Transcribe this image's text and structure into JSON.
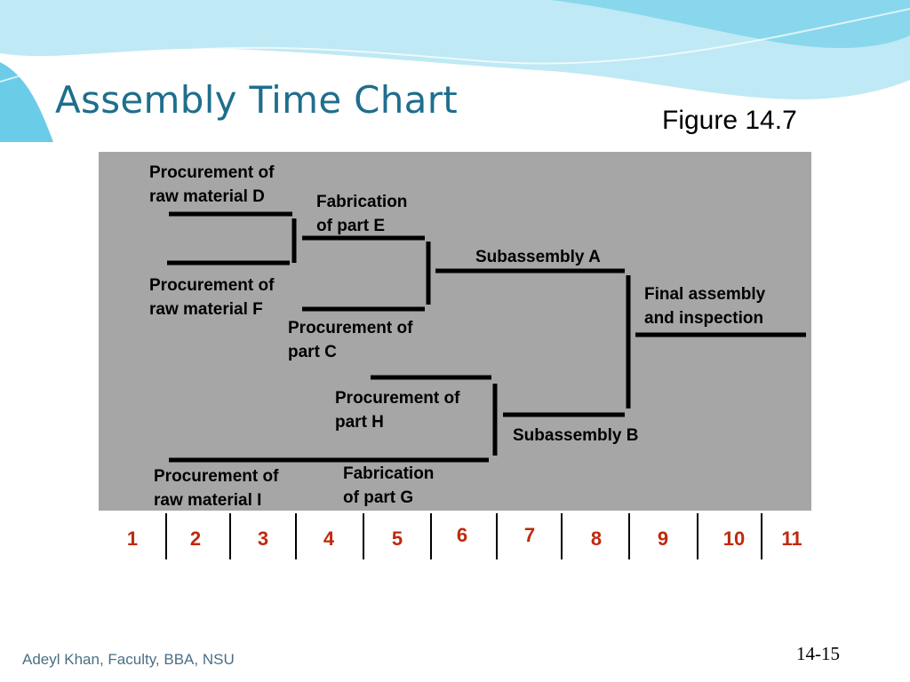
{
  "slide": {
    "title": "Assembly Time Chart",
    "figure_label": "Figure 14.7",
    "footer": "Adeyl Khan, Faculty, BBA, NSU",
    "page_number": "14-15"
  },
  "colors": {
    "title": "#1f6e8c",
    "panel": "#a6a6a6",
    "time_labels": "#c0290e",
    "wave_light": "#bfe9f4",
    "wave_mid": "#7fd3ea",
    "wave_dark": "#46bfe1"
  },
  "activities": [
    {
      "id": "proc-d",
      "lines": [
        "Procurement of",
        "raw  material D"
      ],
      "start": 1,
      "end": 3
    },
    {
      "id": "proc-f",
      "lines": [
        "Procurement of",
        "raw  material F"
      ],
      "start": 1,
      "end": 3
    },
    {
      "id": "fab-e",
      "lines": [
        "Fabrication",
        "of part E"
      ],
      "start": 3,
      "end": 5
    },
    {
      "id": "proc-c",
      "lines": [
        "Procurement of",
        "part C"
      ],
      "start": 3,
      "end": 5
    },
    {
      "id": "sub-a",
      "lines": [
        "Subassembly A"
      ],
      "start": 5,
      "end": 8
    },
    {
      "id": "proc-h",
      "lines": [
        "Procurement of",
        "part H"
      ],
      "start": 4,
      "end": 6
    },
    {
      "id": "proc-i",
      "lines": [
        "Procurement of",
        "raw  material I"
      ],
      "start": 1,
      "end": 6
    },
    {
      "id": "fab-g",
      "lines": [
        "Fabrication",
        "of part G"
      ],
      "start": 4,
      "end": 6
    },
    {
      "id": "sub-b",
      "lines": [
        "Subassembly B"
      ],
      "start": 6,
      "end": 8
    },
    {
      "id": "final",
      "lines": [
        "Final assembly",
        "and inspection"
      ],
      "start": 8,
      "end": 11
    }
  ],
  "time_axis": [
    "1",
    "2",
    "3",
    "4",
    "5",
    "6",
    "7",
    "8",
    "9",
    "10",
    "11"
  ]
}
